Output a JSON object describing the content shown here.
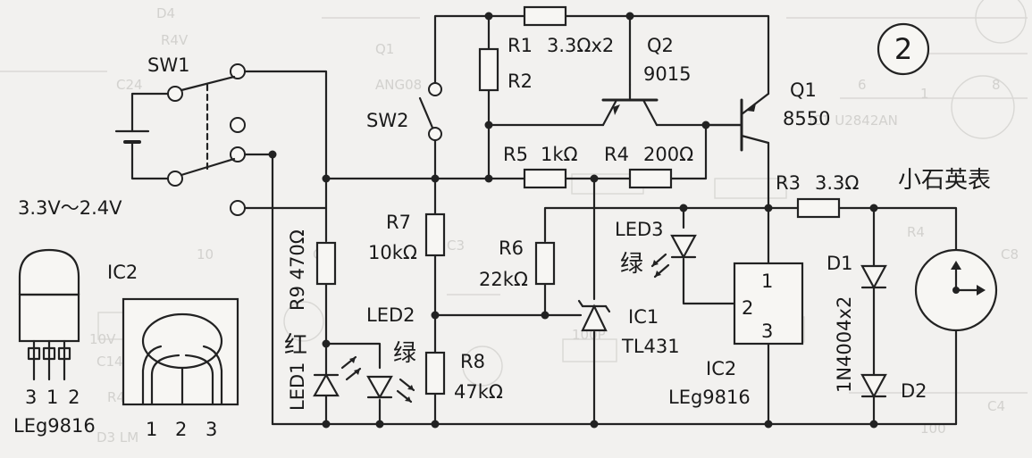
{
  "badge": "2",
  "sw1": "SW1",
  "sw2": "SW2",
  "voltage": "3.3V～2.4V",
  "r1": "R1",
  "r1_val": "3.3Ωx2",
  "r2": "R2",
  "q2": "Q2",
  "q2_val": "9015",
  "q1": "Q1",
  "q1_val": "8550",
  "r5": "R5",
  "r5_val": "1kΩ",
  "r4": "R4",
  "r4_val": "200Ω",
  "r3": "R3",
  "r3_val": "3.3Ω",
  "meter": "小石英表",
  "r9_vertical": "R9  470Ω",
  "r7": "R7",
  "r7_val": "10kΩ",
  "r6": "R6",
  "r6_val": "22kΩ",
  "led3": "LED3",
  "led3_color": "绿",
  "led2": "LED2",
  "led2_color": "绿",
  "led1_vertical": "LED1",
  "led1_color": "红",
  "r8": "R8",
  "r8_val": "47kΩ",
  "ic1": "IC1",
  "ic1_val": "TL431",
  "ic2_chip": "IC2",
  "ic2_chip_val": "LEg9816",
  "ic2_pin1": "1",
  "ic2_pin2": "2",
  "ic2_pin3": "3",
  "d1": "D1",
  "d2": "D2",
  "diode_vertical": "1N4004x2",
  "ic2_pkg": "IC2",
  "pkg_pins": "3 1 2",
  "pkg_name": "LEg9816",
  "pkg_pin1": "1",
  "pkg_pin2": "2",
  "pkg_pin3": "3"
}
